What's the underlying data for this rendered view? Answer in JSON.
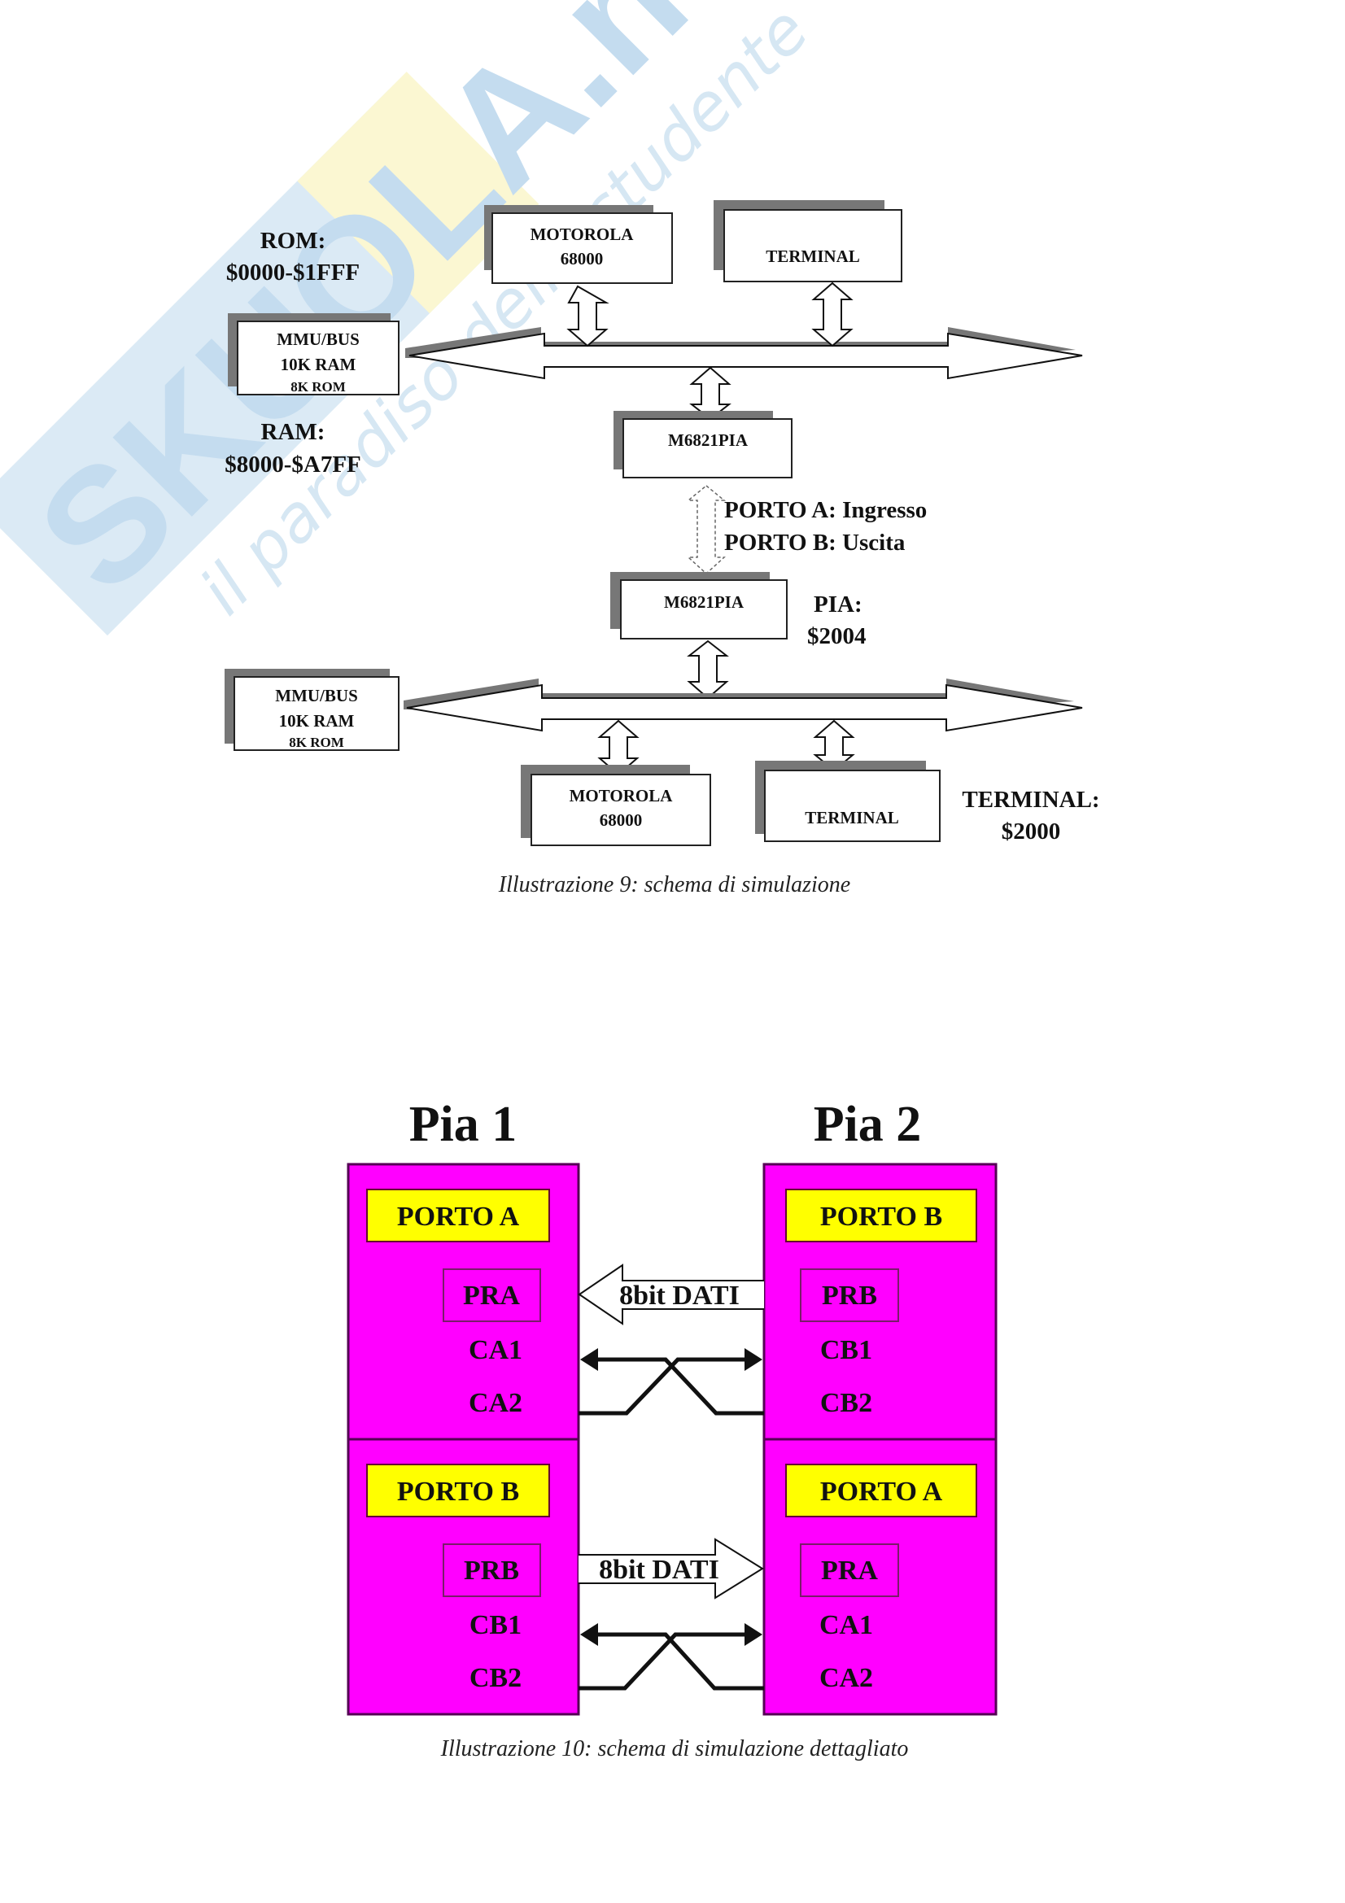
{
  "watermark": {
    "brand": "SKUOLA.net",
    "tagline": "il paradiso dello studente",
    "colors": {
      "blue": "#d3e6f2",
      "yellow": "#fbf6cf"
    }
  },
  "figure9": {
    "labels": {
      "rom_title": "ROM:",
      "rom_range": "$0000-$1FFF",
      "ram_title": "RAM:",
      "ram_range": "$8000-$A7FF",
      "porto_a": "PORTO A: Ingresso",
      "porto_b": "PORTO B: Uscita",
      "pia_title": "PIA:",
      "pia_addr": "$2004",
      "terminal_title": "TERMINAL:",
      "terminal_addr": "$2000"
    },
    "system1": {
      "mmu": {
        "line1": "MMU/BUS",
        "line2": "10K RAM",
        "line3": "8K ROM"
      },
      "cpu": {
        "line1": "MOTOROLA",
        "line2": "68000"
      },
      "terminal": "TERMINAL",
      "pia": "M6821PIA"
    },
    "system2": {
      "mmu": {
        "line1": "MMU/BUS",
        "line2": "10K RAM",
        "line3": "8K ROM"
      },
      "cpu": {
        "line1": "MOTOROLA",
        "line2": "68000"
      },
      "terminal": "TERMINAL",
      "pia": "M6821PIA"
    },
    "caption": "Illustrazione 9: schema di simulazione"
  },
  "figure10": {
    "pia1_title": "Pia 1",
    "pia2_title": "Pia 2",
    "colors": {
      "block": "#ff00ff",
      "port": "#ffff00"
    },
    "top": {
      "left": {
        "port": "PORTO A",
        "reg": "PRA",
        "c1": "CA1",
        "c2": "CA2"
      },
      "right": {
        "port": "PORTO B",
        "reg": "PRB",
        "c1": "CB1",
        "c2": "CB2"
      },
      "data_arrow": "8bit DATI"
    },
    "bottom": {
      "left": {
        "port": "PORTO B",
        "reg": "PRB",
        "c1": "CB1",
        "c2": "CB2"
      },
      "right": {
        "port": "PORTO A",
        "reg": "PRA",
        "c1": "CA1",
        "c2": "CA2"
      },
      "data_arrow": "8bit DATI"
    },
    "caption": "Illustrazione 10: schema di simulazione dettagliato"
  }
}
